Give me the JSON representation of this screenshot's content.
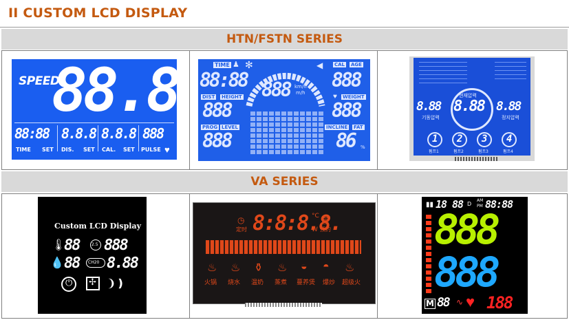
{
  "heading": "II CUSTOM LCD DISPLAY",
  "htn_series": {
    "title": "HTN/FSTN SERIES",
    "display1": {
      "speed_label": "SPEED",
      "big_digits": "88.8",
      "time_digits": "88:88",
      "dis_digits": "8.8.8",
      "cal_digits": "8.8.8",
      "pulse_digits": "888",
      "time_label": "TIME",
      "set1": "SET",
      "dis_label": "DIS.",
      "set2": "SET",
      "cal_label": "CAL.",
      "set3": "SET",
      "pulse_label": "PULSE"
    },
    "display2": {
      "time_label": "TIME",
      "time_digits": "88:88",
      "dist_label": "DIST",
      "height_label": "HEIGHT",
      "dist_digits": "888",
      "prog_label": "PROG",
      "level_label": "LEVEL",
      "prog_digits": "888",
      "center_digits": "888",
      "unit_kmh": "km/h",
      "unit_mh": "m/h",
      "cal_label": "CAL",
      "age_label": "AGE",
      "cal_digits": "888",
      "weight_label": "WEIGHT",
      "weight_digits": "888",
      "incline_label": "INCLINE",
      "fat_label": "FAT",
      "incline_digits": "86",
      "percent": "%"
    },
    "display3": {
      "left_digits": "8.88",
      "center_digits": "8.88",
      "right_digits": "8.88",
      "top_label": "현재압력",
      "left_label": "기동압력",
      "right_label": "정지압력",
      "dials": [
        "1",
        "2",
        "3",
        "4"
      ],
      "dial_labels": [
        "펌프1",
        "펌프2",
        "펌프3",
        "펌프4"
      ]
    }
  },
  "va_series": {
    "title": "VA SERIES",
    "display4": {
      "title": "Custom LCD Display",
      "row1_digits": "88",
      "badge1": "2.5",
      "row1_right": "888",
      "row2_digits": "88",
      "badge2": "CH20",
      "row2_right": "8.88"
    },
    "display5": {
      "digits": "8:8:8.8.",
      "unit": "°C",
      "unit_w": "W",
      "label_timer": "定时",
      "label_reserve": "预约",
      "functions": [
        "火锅",
        "烧水",
        "温奶",
        "蒸煮",
        "蔓养煲",
        "爆炒",
        "超级火"
      ]
    },
    "display6": {
      "top_digits": "18",
      "top_digits2": "88",
      "top_unit": "D",
      "am": "AM",
      "pm": "PM",
      "clock": "88:88",
      "big_top": "888",
      "big_bottom": "888",
      "m_label": "M",
      "m_digits": "88",
      "red_digits": "188"
    }
  },
  "colors": {
    "heading": "#c45a10",
    "bar": "#d9d9d9",
    "lcd_blue": "#1a56e8",
    "va_black": "#000000",
    "orange_seg": "#e0481a",
    "lime_seg": "#b8f000",
    "cyan_seg": "#1ea8ff",
    "red_seg": "#ff2222"
  }
}
